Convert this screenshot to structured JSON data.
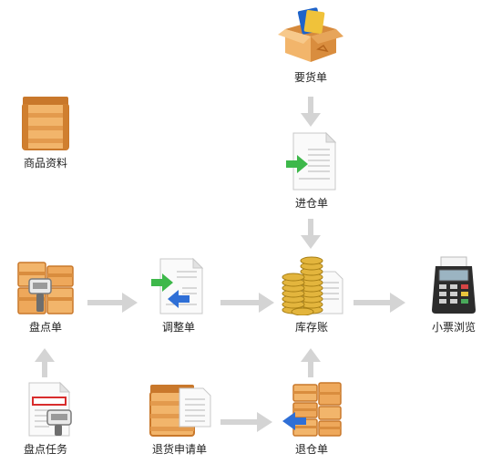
{
  "nodes": {
    "yaohuodan": "要货单",
    "shangpinziliao": "商品资料",
    "jincangdan": "进仓单",
    "pandiandan": "盘点单",
    "tiaozhengdan": "调整单",
    "kucunzhang": "库存账",
    "xiaopiaoliulan": "小票浏览",
    "pandianrenwu": "盘点任务",
    "tuihuoshenqingdan": "退货申请单",
    "tuicangdan": "退仓单"
  },
  "colors": {
    "arrow": "#d4d4d4",
    "crate_light": "#f2b56b",
    "crate_dark": "#c9782b",
    "doc_green": "#3db84a",
    "doc_blue": "#2f6fd6",
    "coin": "#e3b53d"
  }
}
